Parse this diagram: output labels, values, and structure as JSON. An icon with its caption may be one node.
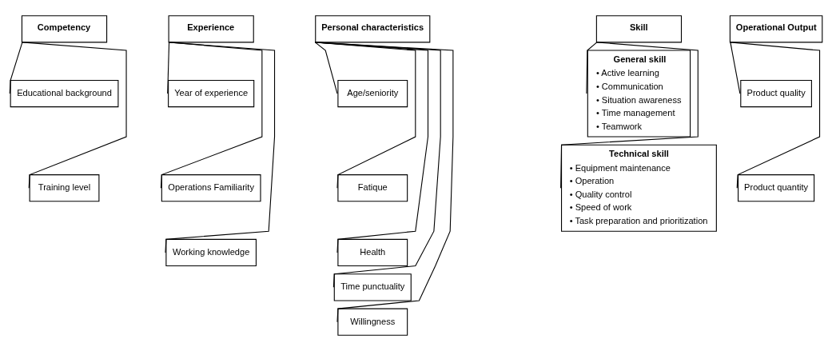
{
  "diagram": {
    "nodes": [
      {
        "text": [
          "Competency"
        ]
      },
      {
        "text": [
          "Educational background"
        ]
      },
      {
        "text": [
          "Training level"
        ]
      },
      {
        "text": [
          "Experience"
        ]
      },
      {
        "text": [
          "Year of experience"
        ]
      },
      {
        "text": [
          "Operations Familiarity"
        ]
      },
      {
        "text": [
          "Working knowledge"
        ]
      },
      {
        "text": [
          "Personal characteristics"
        ]
      },
      {
        "text": [
          "Age/seniority"
        ]
      },
      {
        "text": [
          "Fatique"
        ]
      },
      {
        "text": [
          "Health"
        ]
      },
      {
        "text": [
          "Time punctuality"
        ]
      },
      {
        "text": [
          "Willingness"
        ]
      },
      {
        "text": [
          "Skill"
        ]
      },
      {
        "text": [
          "General skill",
          "• Active learning",
          "• Communication",
          "• Situation awareness",
          "• Time management",
          "• Teamwork"
        ]
      },
      {
        "text": [
          "Technical skill",
          "• Equipment maintenance",
          "• Operation",
          "• Quality control",
          "• Speed of work",
          "• Task preparation and prioritization"
        ]
      },
      {
        "text": [
          "Operational Output"
        ]
      },
      {
        "text": [
          "Product quality"
        ]
      },
      {
        "text": [
          "Product quantity"
        ]
      }
    ],
    "edges": [
      {
        "from": 0,
        "to": 1,
        "arrow": "none"
      },
      {
        "from": 0,
        "to": 2,
        "arrow": "none"
      },
      {
        "from": 3,
        "to": 4,
        "arrow": "none"
      },
      {
        "from": 3,
        "to": 5,
        "arrow": "none"
      },
      {
        "from": 3,
        "to": 6,
        "arrow": "none"
      },
      {
        "from": 7,
        "to": 8,
        "arrow": "none"
      },
      {
        "from": 7,
        "to": 9,
        "arrow": "none"
      },
      {
        "from": 7,
        "to": 10,
        "arrow": "none"
      },
      {
        "from": 7,
        "to": 11,
        "arrow": "none"
      },
      {
        "from": 7,
        "to": 12,
        "arrow": "none"
      },
      {
        "from": 13,
        "to": 14,
        "arrow": "none"
      },
      {
        "from": 13,
        "to": 15,
        "arrow": "none"
      },
      {
        "from": 16,
        "to": 17,
        "arrow": "none"
      },
      {
        "from": 16,
        "to": 18,
        "arrow": "none"
      }
    ]
  }
}
